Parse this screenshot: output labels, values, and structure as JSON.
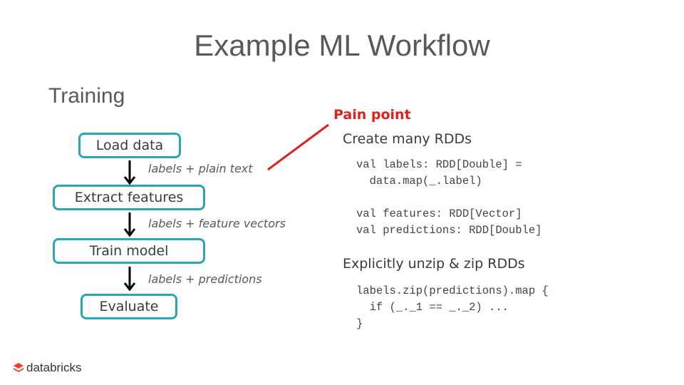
{
  "slide": {
    "title": "Example ML Workflow",
    "subtitle": "Training"
  },
  "workflow": {
    "steps": [
      "Load data",
      "Extract features",
      "Train model",
      "Evaluate"
    ],
    "edge_labels": [
      "labels + plain text",
      "labels + feature vectors",
      "labels + predictions"
    ],
    "colors": {
      "box_border": "#2aa7b2",
      "arrow": "#000000"
    }
  },
  "pain": {
    "label": "Pain point",
    "color": "#e0201b"
  },
  "notes": {
    "create_heading": "Create many RDDs",
    "create_code": "val labels: RDD[Double] =\n  data.map(_.label)\n\nval features: RDD[Vector]\nval predictions: RDD[Double]",
    "zip_heading": "Explicitly unzip & zip RDDs",
    "zip_code": "labels.zip(predictions).map {\n  if (_._1 == _._2) ...\n}"
  },
  "footer": {
    "logo_text": "databricks",
    "logo_icon": "databricks-logo-icon",
    "logo_color": "#ff3621"
  }
}
